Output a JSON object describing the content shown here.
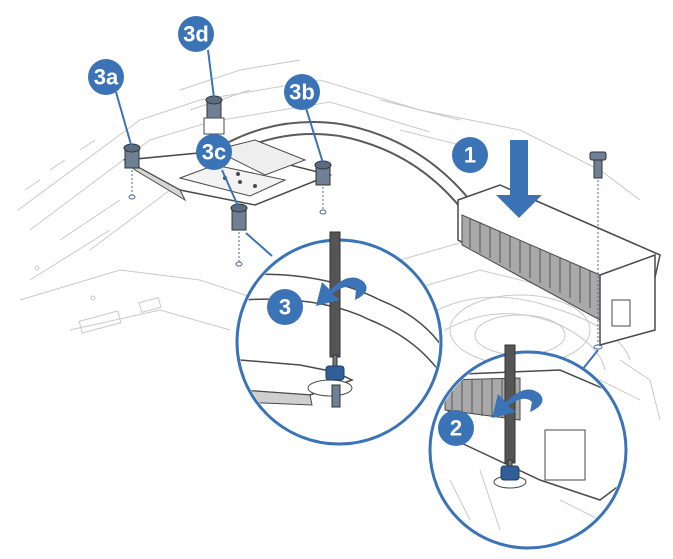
{
  "colors": {
    "accent_blue": "#3a73b6",
    "callout_text": "#ffffff",
    "line_art": "#4a4a4a",
    "light_line_art": "#c9c9c9",
    "heatsink_fill": "#a9a9a9",
    "screw_fill": "#6f7f95"
  },
  "callouts": {
    "step_1": "1",
    "step_2": "2",
    "step_3": "3",
    "screw_3a": "3a",
    "screw_3b": "3b",
    "screw_3c": "3c",
    "screw_3d": "3d"
  },
  "icons": {
    "down_arrow": "press-down-arrow-icon",
    "rotate_arrow": "counterclockwise-rotate-icon",
    "screwdriver": "screwdriver-icon",
    "screw": "screw-icon"
  }
}
